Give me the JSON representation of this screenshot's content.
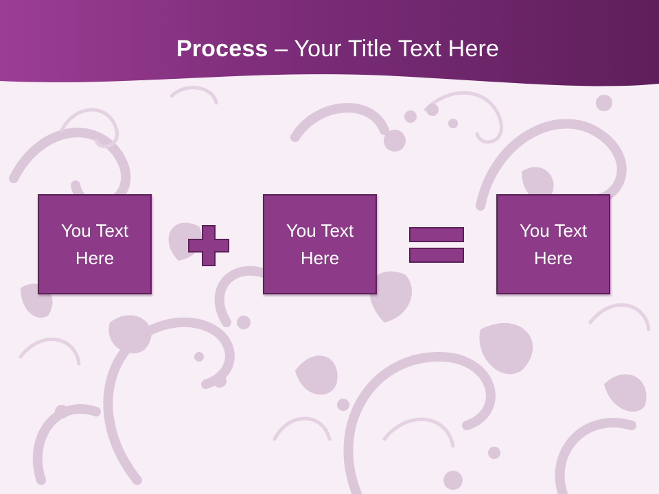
{
  "title": {
    "bold": "Process",
    "rest": " – Your Title Text Here"
  },
  "boxes": [
    {
      "label": "You Text Here"
    },
    {
      "label": "You Text Here"
    },
    {
      "label": "You Text Here"
    }
  ],
  "operators": [
    "plus-icon",
    "equals-icon"
  ],
  "colors": {
    "header": "#7a2b78",
    "box_fill": "#8d3a88",
    "box_border": "#5c1f58",
    "background": "#f7eef6",
    "ornament": "#dcc6da"
  }
}
